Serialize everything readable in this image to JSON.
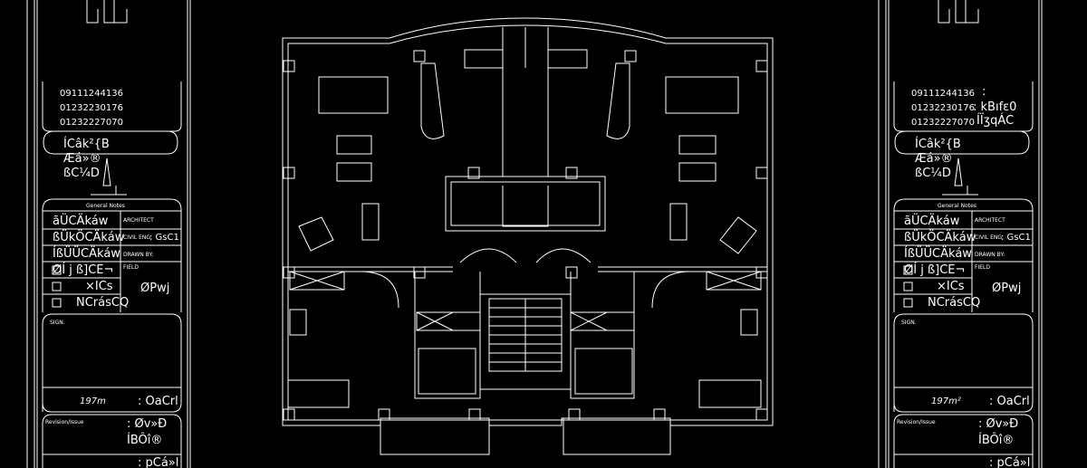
{
  "title_block": {
    "phones": [
      "09111244136",
      "01232230176",
      "01232227070"
    ],
    "company_lines": [
      "ÍCâk²{B",
      "Æá»®",
      "ßC¼D"
    ],
    "general_notes_label": "General Notes",
    "checklist": [
      {
        "label": "ãÜCÄkáw",
        "checked": false
      },
      {
        "label": "ßÜkÖCÄkáw",
        "checked": false
      },
      {
        "label": "ÍßÜÜCÄkáw",
        "checked": false
      },
      {
        "label": "ØÍ j ß]CE¬",
        "checked": true
      },
      {
        "label": "×ICs",
        "checked": false
      },
      {
        "label": "NCrásCQ",
        "checked": false
      }
    ],
    "roles": {
      "architect": "ARCHITECT",
      "civil_eng": "CIVIL ENG.",
      "civil_eng_value": ": GsC1",
      "drawn_by": "DRAWN BY:",
      "field": "FIELD",
      "field_value": "ØPwj"
    },
    "sign_label": "SIGN.",
    "area_left": "197m",
    "area_right": "197m²",
    "area_label": ": OaCrl",
    "revision_label": "Revision/Issue",
    "revision_value": ": Øv»Ð",
    "revision_value2": "ÍBÔî®",
    "bottom_value": ": pCá»l",
    "overlay_texts": [
      ":",
      ": kBıfɛ0",
      "ÍÏʒqÁC"
    ]
  },
  "colors": {
    "background": "#000000",
    "lines": "#ffffff"
  }
}
